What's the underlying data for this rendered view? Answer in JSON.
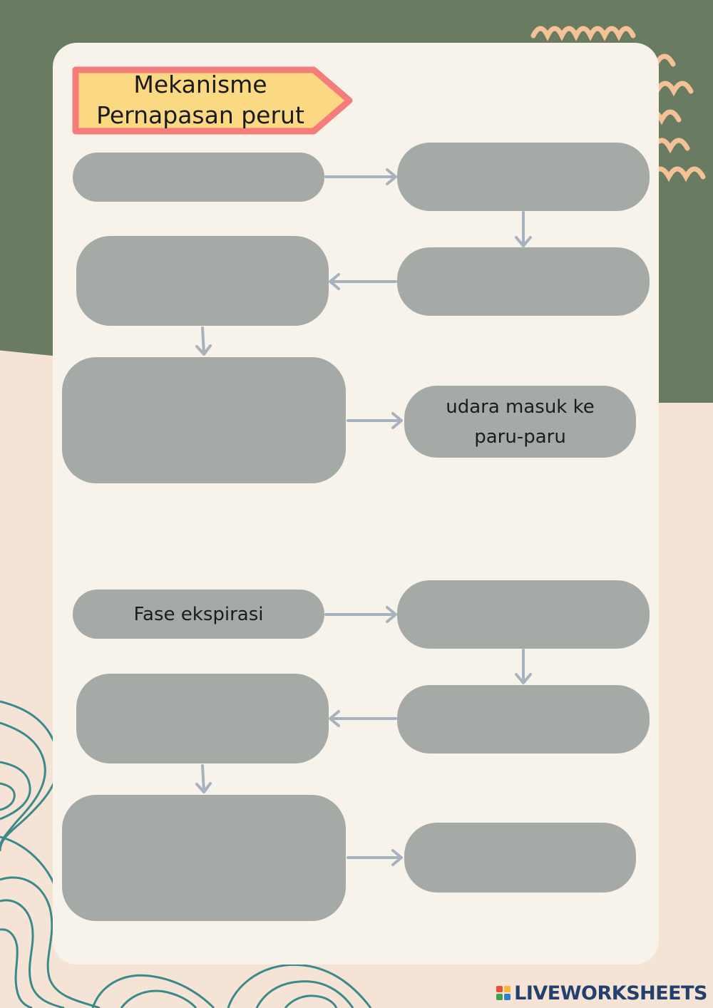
{
  "worksheet": {
    "title_line1": "Mekanisme",
    "title_line2": "Pernapasan perut"
  },
  "section_inspirasi": {
    "box_1": "",
    "box_2": "",
    "box_3": "",
    "box_4": "",
    "box_5": "",
    "box_6": "udara masuk ke paru-paru"
  },
  "section_ekspirasi": {
    "box_1": "Fase ekspirasi",
    "box_2": "",
    "box_3": "",
    "box_4": "",
    "box_5": "",
    "box_6": ""
  },
  "footer": {
    "brand": "LIVEWORKSHEETS"
  },
  "colors": {
    "background": "#f5e3d6",
    "green_panel": "#697b61",
    "card": "#f7f2ea",
    "box": "#a5aaa6",
    "arrow": "#a8b2bf",
    "title_fill": "#fbd983",
    "title_border": "#f47c7a",
    "squiggle": "#f5c196",
    "contour_lines": "#3a8a8a",
    "brand": "#24406f"
  }
}
